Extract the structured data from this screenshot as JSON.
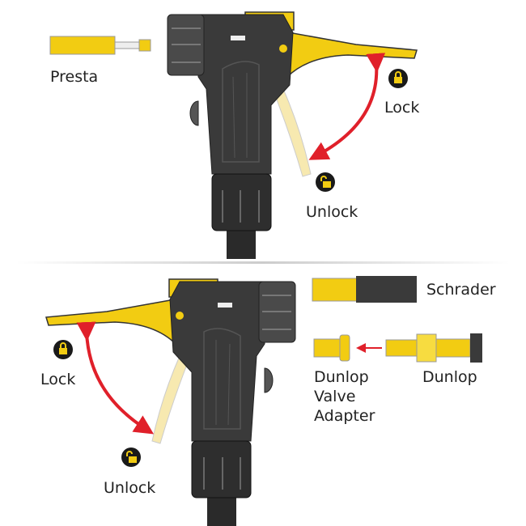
{
  "labels": {
    "presta": "Presta",
    "top_lock": "Lock",
    "top_unlock": "Unlock",
    "bottom_lock": "Lock",
    "bottom_unlock": "Unlock",
    "schrader": "Schrader",
    "dunlop": "Dunlop",
    "dunlop_adapter": [
      "Dunlop",
      "Valve",
      "Adapter"
    ]
  },
  "colors": {
    "yellow": "#f2cc12",
    "pale_yellow": "#f7e9b0",
    "body": "#3a3a3a",
    "arrow": "#e0202a",
    "icon_bg": "#1a1a1a"
  }
}
